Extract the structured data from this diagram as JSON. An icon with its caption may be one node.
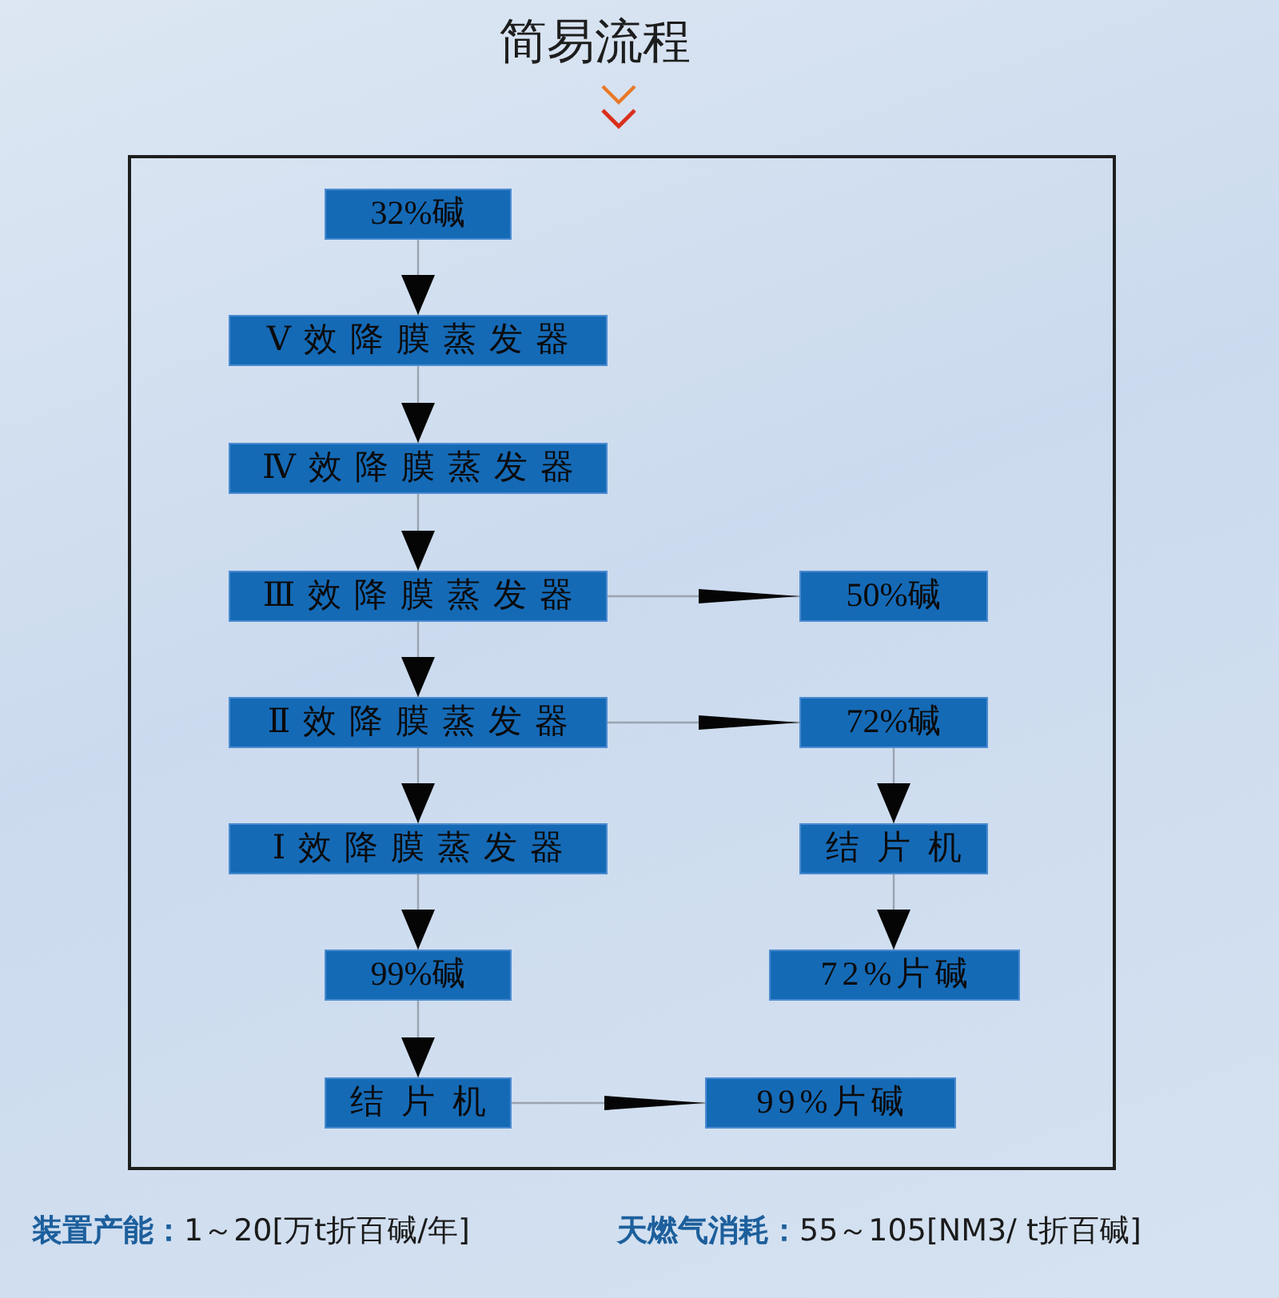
{
  "diagram": {
    "title": "简易流程",
    "nodes": [
      {
        "text": [
          "32%碱"
        ]
      },
      {
        "text": [
          "Ⅴ效降膜蒸发器"
        ]
      },
      {
        "text": [
          "Ⅳ效降膜蒸发器"
        ]
      },
      {
        "text": [
          "Ⅲ效降膜蒸发器"
        ]
      },
      {
        "text": [
          "50%碱"
        ]
      },
      {
        "text": [
          "Ⅱ效降膜蒸发器"
        ]
      },
      {
        "text": [
          "72%碱"
        ]
      },
      {
        "text": [
          "Ⅰ效降膜蒸发器"
        ]
      },
      {
        "text": [
          "结片机"
        ]
      },
      {
        "text": [
          "99%碱"
        ]
      },
      {
        "text": [
          "72%片碱"
        ]
      },
      {
        "text": [
          "结片机"
        ]
      },
      {
        "text": [
          "99%片碱"
        ]
      }
    ],
    "edges": [
      {
        "from": 0,
        "to": 1,
        "arrow": "to"
      },
      {
        "from": 1,
        "to": 2,
        "arrow": "to"
      },
      {
        "from": 2,
        "to": 3,
        "arrow": "to"
      },
      {
        "from": 3,
        "to": 4,
        "arrow": "to"
      },
      {
        "from": 3,
        "to": 5,
        "arrow": "to"
      },
      {
        "from": 5,
        "to": 6,
        "arrow": "to"
      },
      {
        "from": 5,
        "to": 7,
        "arrow": "to"
      },
      {
        "from": 6,
        "to": 8,
        "arrow": "to"
      },
      {
        "from": 7,
        "to": 9,
        "arrow": "to"
      },
      {
        "from": 8,
        "to": 10,
        "arrow": "to"
      },
      {
        "from": 9,
        "to": 11,
        "arrow": "to"
      },
      {
        "from": 11,
        "to": 12,
        "arrow": "to"
      }
    ],
    "labels": [
      "**装置产能：**1～20[万t折百碱/年]",
      "**天燃气消耗：**55～105[NM3/ t折百碱]"
    ]
  }
}
